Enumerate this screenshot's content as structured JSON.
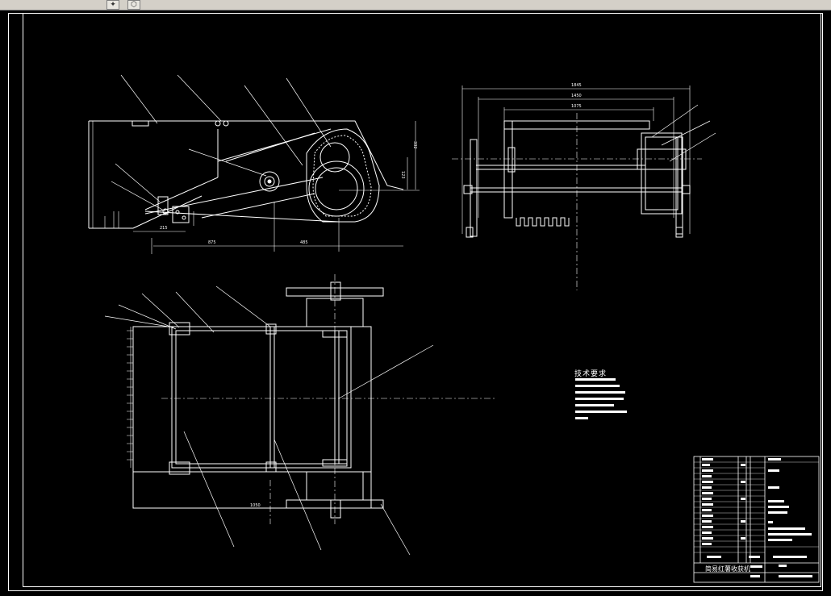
{
  "toolbar": {
    "icons": [
      "wand-icon",
      "settings-icon"
    ]
  },
  "drawing": {
    "tech_requirements_title": "技术要求",
    "title_block_name": "简易红薯收获机",
    "dimensions": {
      "front_top": "1845",
      "front_mid": "1450",
      "front_inner": "1075",
      "side_width_1": "875",
      "side_width_2": "485",
      "side_small": "215",
      "side_height_1": "332",
      "side_height_2": "123",
      "plan_width": "1050"
    }
  }
}
